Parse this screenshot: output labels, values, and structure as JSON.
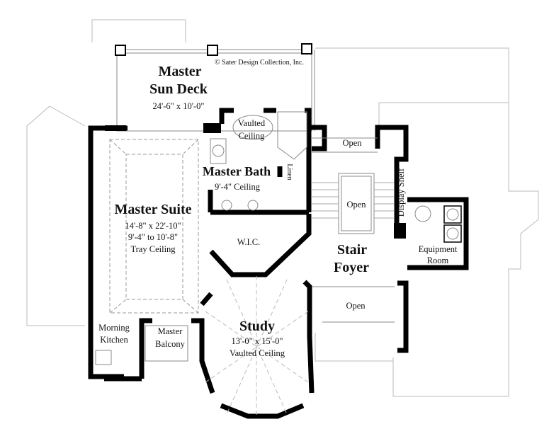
{
  "copyright": "© Sater Design Collection, Inc.",
  "rooms": {
    "sun_deck": {
      "name_line1": "Master",
      "name_line2": "Sun Deck",
      "dims": "24'-6\" x 10'-0\""
    },
    "bath_vault": {
      "line1": "Vaulted",
      "line2": "Ceiling"
    },
    "master_bath": {
      "name": "Master Bath",
      "ceiling": "9'-4\" Ceiling"
    },
    "linen": {
      "name": "Linen"
    },
    "open_top": {
      "name": "Open"
    },
    "open_stair": {
      "name": "Open"
    },
    "display_shelf": {
      "name": "Display Shelf"
    },
    "master_suite": {
      "name": "Master Suite",
      "dims": "14'-8\" x 22'-10\"",
      "ceiling_height": "9'-4\" to 10'-8\"",
      "ceiling": "Tray Ceiling"
    },
    "wic": {
      "name": "W.I.C."
    },
    "stair_foyer": {
      "name_line1": "Stair",
      "name_line2": "Foyer"
    },
    "equipment_room": {
      "line1": "Equipment",
      "line2": "Room"
    },
    "open_bottom": {
      "name": "Open"
    },
    "study": {
      "name": "Study",
      "dims": "13'-0\" x 15'-0\"",
      "ceiling": "Vaulted Ceiling"
    },
    "morning_kitchen": {
      "line1": "Morning",
      "line2": "Kitchen"
    },
    "master_balcony": {
      "line1": "Master",
      "line2": "Balcony"
    }
  }
}
